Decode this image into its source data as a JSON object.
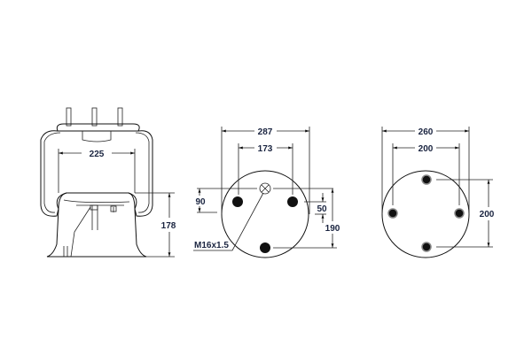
{
  "side_view": {
    "width_label": "225",
    "height_label": "178"
  },
  "bottom_view": {
    "outer_label": "287",
    "bolt_span_label": "173",
    "offset_label": "90",
    "hole_offset_label": "50",
    "depth_label": "190",
    "thread_label": "M16x1.5"
  },
  "top_view": {
    "outer_label": "260",
    "horizontal_span_label": "200",
    "vertical_span_label": "200"
  },
  "colors": {
    "text": "#1a2440",
    "line": "#111111"
  }
}
